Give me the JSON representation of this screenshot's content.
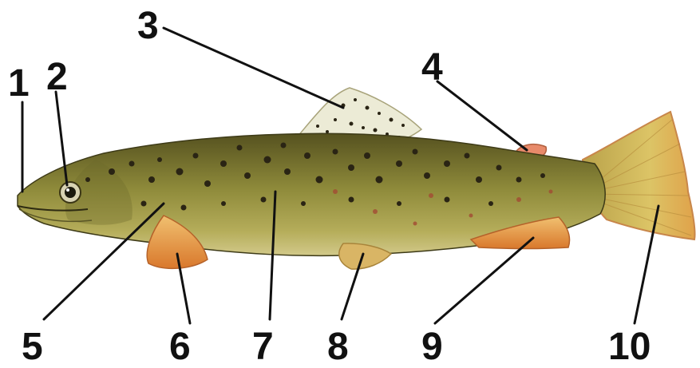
{
  "colors": {
    "body": "#8e8a3a",
    "back": "#5f5a26",
    "belly": "#c7c06a",
    "fin_orange": "#e4963d",
    "tail": "#d9c061",
    "dorsal_fin": "#ecebd6",
    "spot_dark": "#2a2414",
    "spot_red": "#a24b33",
    "label": "#111111"
  },
  "callouts": [
    {
      "number": "1"
    },
    {
      "number": "2"
    },
    {
      "number": "3"
    },
    {
      "number": "4"
    },
    {
      "number": "5"
    },
    {
      "number": "6"
    },
    {
      "number": "7"
    },
    {
      "number": "8"
    },
    {
      "number": "9"
    },
    {
      "number": "10"
    }
  ]
}
